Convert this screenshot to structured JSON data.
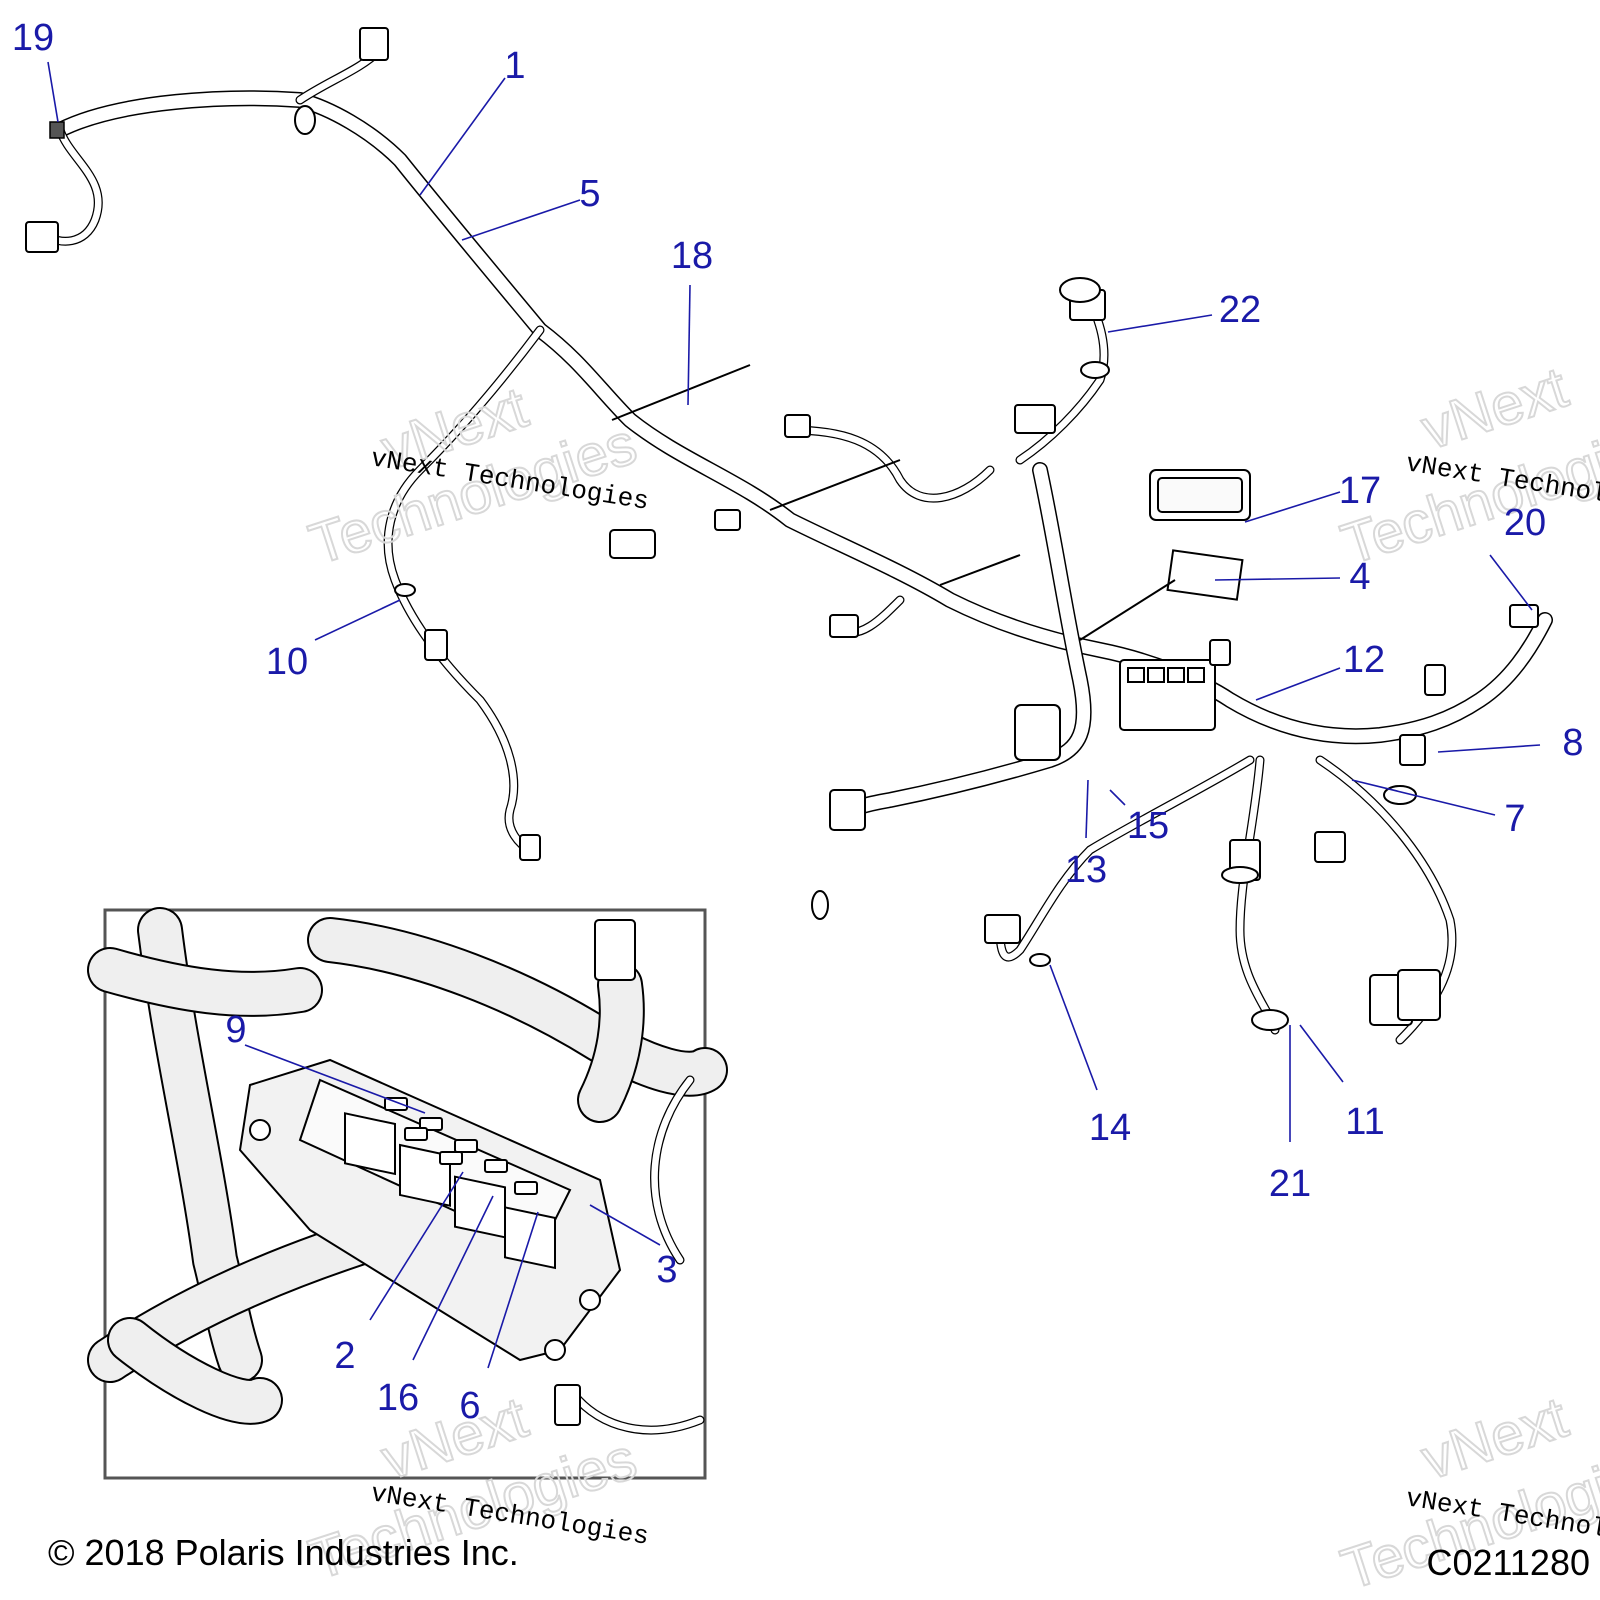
{
  "callouts": [
    {
      "id": "c1",
      "label": "1"
    },
    {
      "id": "c2",
      "label": "2"
    },
    {
      "id": "c3",
      "label": "3"
    },
    {
      "id": "c4",
      "label": "4"
    },
    {
      "id": "c5",
      "label": "5"
    },
    {
      "id": "c6",
      "label": "6"
    },
    {
      "id": "c7",
      "label": "7"
    },
    {
      "id": "c8",
      "label": "8"
    },
    {
      "id": "c9",
      "label": "9"
    },
    {
      "id": "c10",
      "label": "10"
    },
    {
      "id": "c11",
      "label": "11"
    },
    {
      "id": "c12",
      "label": "12"
    },
    {
      "id": "c13",
      "label": "13"
    },
    {
      "id": "c14",
      "label": "14"
    },
    {
      "id": "c15",
      "label": "15"
    },
    {
      "id": "c16",
      "label": "16"
    },
    {
      "id": "c17",
      "label": "17"
    },
    {
      "id": "c18",
      "label": "18"
    },
    {
      "id": "c19",
      "label": "19"
    },
    {
      "id": "c20",
      "label": "20"
    },
    {
      "id": "c21",
      "label": "21"
    },
    {
      "id": "c22",
      "label": "22"
    }
  ],
  "copyright": "© 2018 Polaris Industries Inc.",
  "figure_code": "C0211280",
  "watermark": {
    "line1": "vNext Technologies",
    "big1": "vNext",
    "big2": "Technologies"
  },
  "colors": {
    "callout": "#1a1aa8",
    "linework": "#000000",
    "watermark": "#d8d8d8"
  }
}
